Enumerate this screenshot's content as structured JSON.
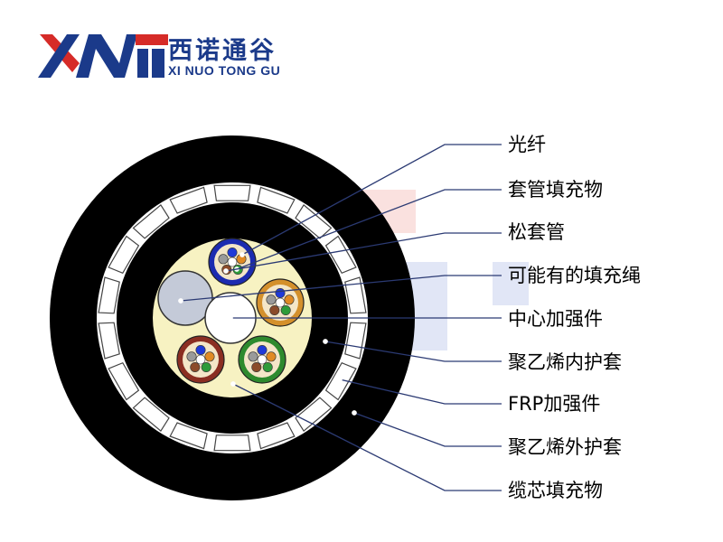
{
  "brand": {
    "name_cn": "西诺通谷",
    "name_en": "XI NUO TONG GU",
    "colors": {
      "red": "#d62b28",
      "blue": "#1b3a8a"
    }
  },
  "callouts": [
    {
      "label": "光纤"
    },
    {
      "label": "套管填充物"
    },
    {
      "label": "松套管"
    },
    {
      "label": "可能有的填充绳"
    },
    {
      "label": "中心加强件"
    },
    {
      "label": "聚乙烯内护套"
    },
    {
      "label": "FRP加强件"
    },
    {
      "label": "聚乙烯外护套"
    },
    {
      "label": "缆芯填充物"
    }
  ],
  "colors": {
    "jacket": "#000000",
    "core_fill": "#f7f2c2",
    "line": "#2b3a73",
    "tube_colors": [
      "#1c2bb0",
      "#d4902c",
      "#2e8a2e",
      "#8b2e22"
    ],
    "fiber_colors": [
      "#1f3ad8",
      "#e08a24",
      "#2e9b3a",
      "#8b4b2a",
      "#9a9a9a",
      "#ffffff"
    ]
  }
}
